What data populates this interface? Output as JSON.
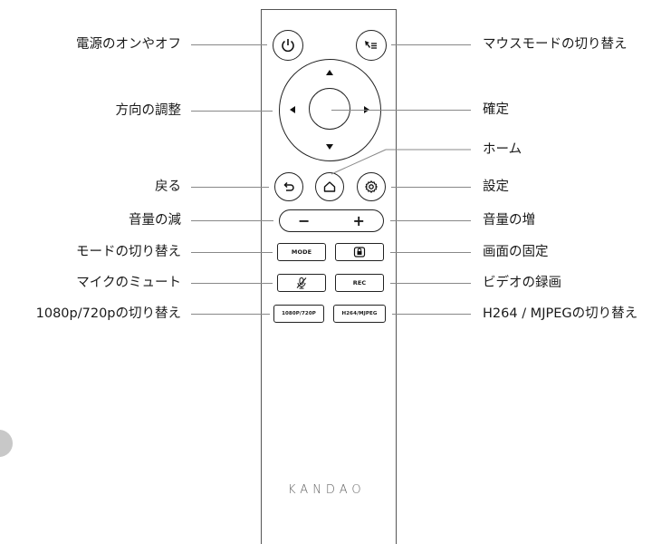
{
  "labels_left": {
    "power": "電源のオンやオフ",
    "direction": "方向の調整",
    "back": "戻る",
    "volume_down": "音量の減",
    "mode_switch": "モードの切り替え",
    "mic_mute": "マイクのミュート",
    "resolution_switch": "1080p/720pの切り替え"
  },
  "labels_right": {
    "mouse_mode": "マウスモードの切り替え",
    "confirm": "確定",
    "home": "ホーム",
    "settings": "設定",
    "volume_up": "音量の増",
    "lock_screen": "画面の固定",
    "record": "ビデオの録画",
    "codec_switch": "H264 / MJPEGの切り替え"
  },
  "buttons": {
    "minus": "−",
    "plus": "+",
    "mode": "MODE",
    "rec": "REC",
    "resolution": "1080P/720P",
    "codec": "H264/MJPEG"
  },
  "brand": "KANDAO",
  "icons": [
    "power-icon",
    "mouse-pointer-icon",
    "back-arrow-icon",
    "home-icon",
    "gear-icon",
    "lock-icon",
    "mic-muted-icon"
  ]
}
